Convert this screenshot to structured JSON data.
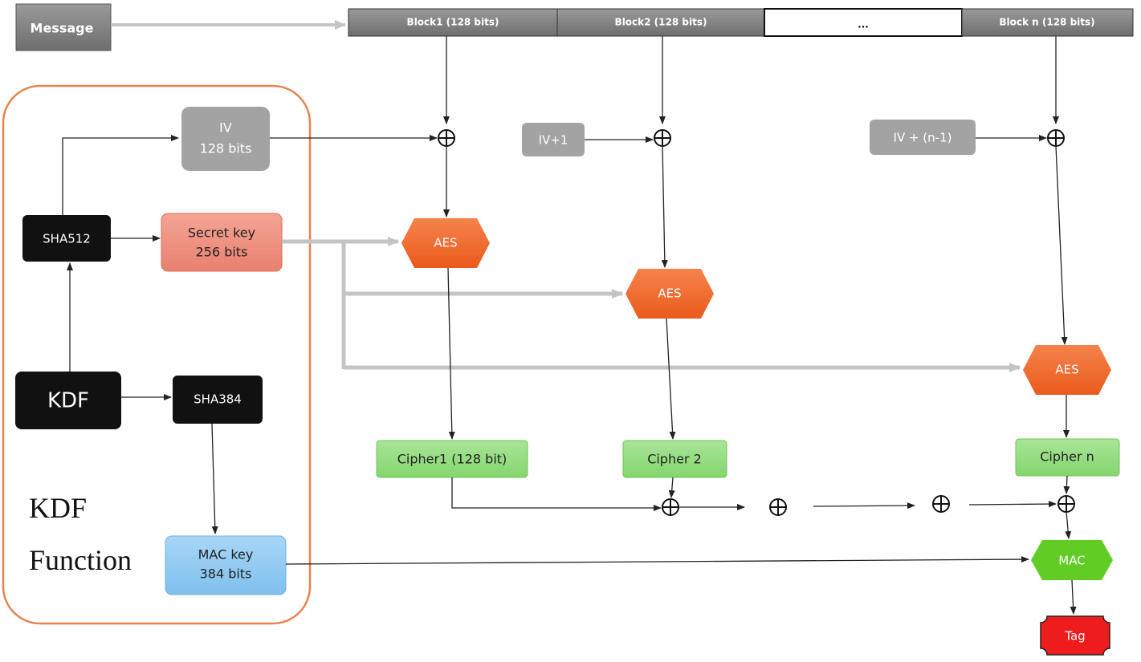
{
  "message_label": "Message",
  "blocks": [
    "Block1 (128 bits)",
    "Block2 (128 bits)",
    "...",
    "Block n (128 bits)"
  ],
  "iv": {
    "line1": "IV",
    "line2": "128 bits"
  },
  "iv_plus_1": "IV+1",
  "iv_plus_n": "IV + (n-1)",
  "sha512": "SHA512",
  "secret_key": {
    "line1": "Secret key",
    "line2": "256 bits"
  },
  "kdf": "KDF",
  "sha384": "SHA384",
  "mac_key": {
    "line1": "MAC key",
    "line2": "384 bits"
  },
  "aes_label": "AES",
  "ciphers": [
    "Cipher1 (128 bit)",
    "Cipher 2",
    "Cipher n"
  ],
  "mac_label": "MAC",
  "tag_label": "Tag",
  "xor_symbol": "⊕",
  "kdf_function": {
    "line1": "KDF",
    "line2": "Function"
  },
  "colors": {
    "block_gray": "#7f7f7f",
    "iv_gray": "#a6a6a6",
    "black_box": "#111111",
    "secret_key": "#ee8e7e",
    "mac_key": "#8ec8f2",
    "aes_orange": "#f0692a",
    "cipher_green": "#92dd7f",
    "mac_green": "#61cc23",
    "tag_red": "#ee1c1c",
    "kdf_border": "#e7834f"
  }
}
